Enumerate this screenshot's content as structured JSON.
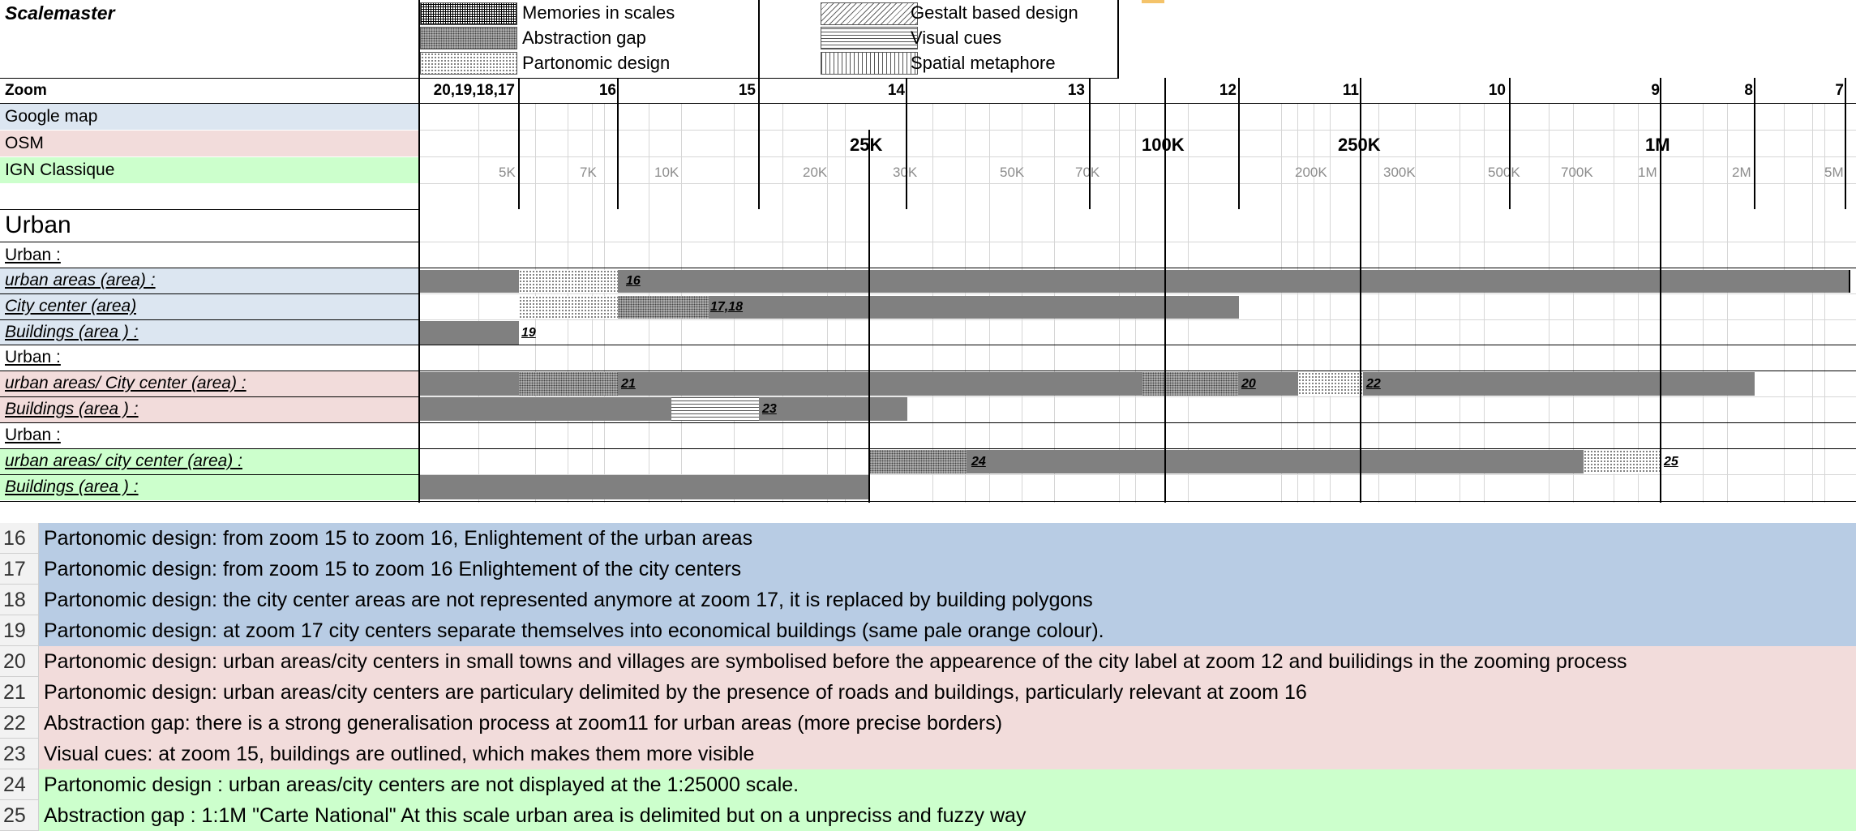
{
  "sheet_title": "Scalemaster",
  "legend": [
    {
      "label": "Memories in scales",
      "pattern": "memories"
    },
    {
      "label": "Abstraction gap",
      "pattern": "abstraction"
    },
    {
      "label": "Partonomic design",
      "pattern": "partonomic"
    },
    {
      "label": "Gestalt based design",
      "pattern": "gestalt"
    },
    {
      "label": "Visual cues",
      "pattern": "visual"
    },
    {
      "label": "Spatial metaphore",
      "pattern": "spatial"
    }
  ],
  "zoom_header": "Zoom",
  "zoom_levels": [
    "20,19,18,17",
    "16",
    "15",
    "14",
    "13",
    "12",
    "11",
    "10",
    "9",
    "8",
    "7"
  ],
  "providers": [
    {
      "name": "Google map",
      "color": "#dce6f1"
    },
    {
      "name": "OSM",
      "color": "#f2dcdb"
    },
    {
      "name": "IGN Classique",
      "color": "#ccffcc"
    }
  ],
  "osm_scales": [
    "25K",
    "100K",
    "250K",
    "1M"
  ],
  "ign_scales": [
    "5K",
    "7K",
    "10K",
    "20K",
    "30K",
    "50K",
    "70K",
    "200K",
    "300K",
    "500K",
    "700K",
    "1M",
    "2M",
    "5M"
  ],
  "section_title": "Urban",
  "rows": [
    {
      "label": "Urban  :",
      "style": "u",
      "color": "#ffffff"
    },
    {
      "label": "urban areas (area) :",
      "style": "ui",
      "color": "#dce6f1"
    },
    {
      "label": "City center (area)",
      "style": "ui",
      "color": "#dce6f1"
    },
    {
      "label": "Buildings (area ) :",
      "style": "ui",
      "color": "#dce6f1"
    },
    {
      "label": "Urban  :",
      "style": "u",
      "color": "#ffffff"
    },
    {
      "label": "urban areas/ City center  (area) :",
      "style": "ui",
      "color": "#f2dcdb"
    },
    {
      "label": "Buildings (area ) :",
      "style": "ui",
      "color": "#f2dcdb"
    },
    {
      "label": "Urban :",
      "style": "u",
      "color": "#ffffff"
    },
    {
      "label": "urban areas/ city center (area) :",
      "style": "ui",
      "color": "#ccffcc"
    },
    {
      "label": "Buildings (area ) :",
      "style": "ui",
      "color": "#ccffcc"
    }
  ],
  "bar_notes": [
    "16",
    "17,18",
    "19",
    "21",
    "20",
    "22",
    "23",
    "24",
    "25"
  ],
  "colors": {
    "bar": "#808080",
    "google": "#b8cce4",
    "osm": "#f2dcdb",
    "ign": "#ccffcc"
  },
  "notes": [
    {
      "num": "16",
      "text": "Partonomic design: from zoom 15 to zoom 16, Enlightement of the urban areas",
      "group": "google"
    },
    {
      "num": "17",
      "text": "Partonomic design: from zoom 15 to zoom 16 Enlightement of the city centers",
      "group": "google"
    },
    {
      "num": "18",
      "text": "Partonomic design: the city center areas are not represented anymore at zoom 17, it is replaced by building polygons",
      "group": "google"
    },
    {
      "num": "19",
      "text": "Partonomic design: at zoom 17 city centers separate themselves into economical buildings (same pale orange colour).",
      "group": "google"
    },
    {
      "num": "20",
      "text": "Partonomic design: urban areas/city centers in small towns and villages are symbolised before the appearence of the city label at zoom 12 and builidings in the zooming process",
      "group": "osm"
    },
    {
      "num": "21",
      "text": "Partonomic design: urban areas/city centers are particulary delimited by the presence of roads and buildings, particularly relevant at zoom 16",
      "group": "osm"
    },
    {
      "num": "22",
      "text": "Abstraction gap: there is a strong generalisation process at zoom11 for urban areas (more precise borders)",
      "group": "osm"
    },
    {
      "num": "23",
      "text": "Visual cues: at zoom 15, buildings are outlined, which makes them more visible",
      "group": "osm"
    },
    {
      "num": "24",
      "text": "Partonomic design : urban areas/city centers are not displayed at the 1:25000 scale.",
      "group": "ign"
    },
    {
      "num": "25",
      "text": "Abstraction gap : 1:1M \"Carte National\" At this scale urban area is delimited but on a unpreciss and fuzzy way",
      "group": "ign"
    }
  ]
}
